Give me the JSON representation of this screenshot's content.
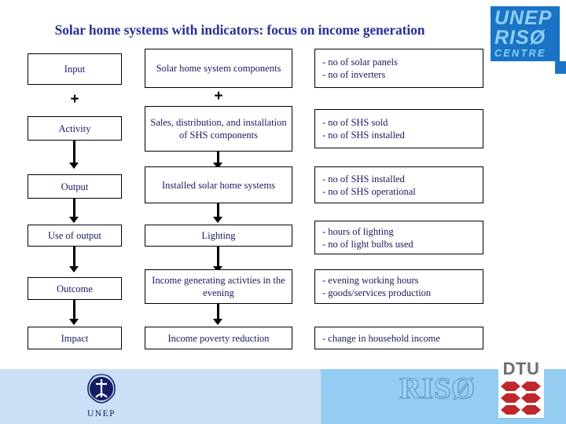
{
  "slide": {
    "title": "Solar home systems with indicators: focus on income generation"
  },
  "brand_logo": {
    "line1": "UNEP",
    "line2": "RISØ",
    "line3": "CENTRE",
    "bg_color": "#1a73c4",
    "text_color": "#8fd0f5"
  },
  "diagram": {
    "type": "flow-matrix",
    "plus_symbol": "+",
    "rows": [
      {
        "stage": "Input",
        "chain": "Solar home system components",
        "indicators": [
          "- no of solar panels",
          "- no of inverters"
        ],
        "connector_to_next": "plus"
      },
      {
        "stage": "Activity",
        "chain": "Sales, distribution, and installation of SHS components",
        "indicators": [
          "- no of SHS sold",
          "- no of SHS installed"
        ],
        "connector_to_next": "arrow"
      },
      {
        "stage": "Output",
        "chain": "Installed solar home systems",
        "indicators": [
          "- no of SHS installed",
          "- no of SHS operational"
        ],
        "connector_to_next": "arrow"
      },
      {
        "stage": "Use of output",
        "chain": "Lighting",
        "indicators": [
          "- hours of lighting",
          "- no of light bulbs used"
        ],
        "connector_to_next": "arrow"
      },
      {
        "stage": "Outcome",
        "chain": "Income generating activties in the evening",
        "indicators": [
          "- evening working hours",
          "- goods/services production"
        ],
        "connector_to_next": "arrow"
      },
      {
        "stage": "Impact",
        "chain": "Income poverty reduction",
        "indicators": [
          "- change in household income"
        ],
        "connector_to_next": "none"
      }
    ]
  },
  "footer": {
    "unep_label": "UNEP",
    "riso_label": "RISØ",
    "dtu_label": "DTU",
    "band_left_color": "#cbe0f6",
    "band_right_color": "#95ccf2"
  }
}
